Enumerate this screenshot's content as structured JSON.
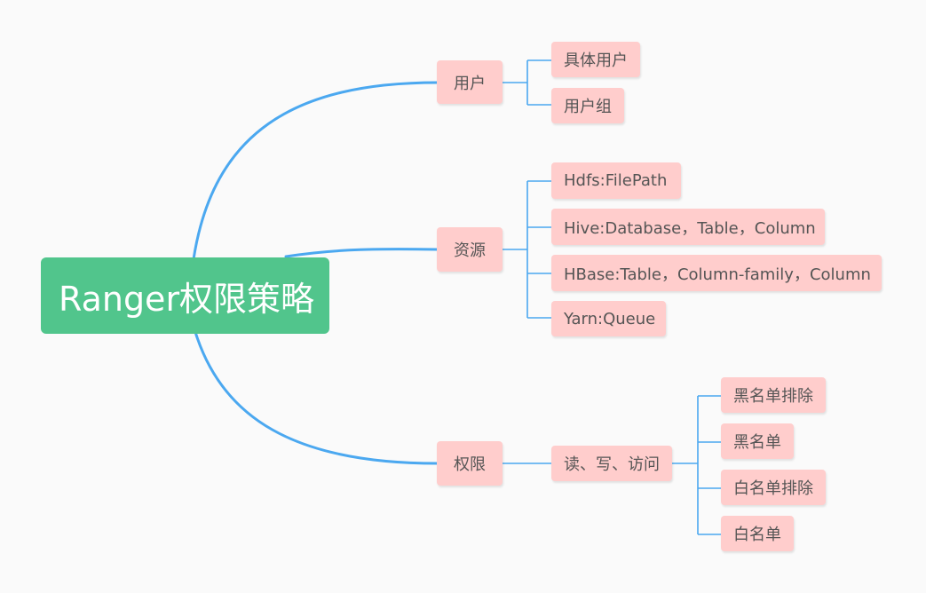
{
  "root": {
    "label": "Ranger权限策略"
  },
  "branches": [
    {
      "label": "用户",
      "children": [
        "具体用户",
        "用户组"
      ]
    },
    {
      "label": "资源",
      "children": [
        "Hdfs:FilePath",
        "Hive:Database，Table，Column",
        "HBase:Table，Column-family，Column",
        "Yarn:Queue"
      ]
    },
    {
      "label": "权限",
      "children": [
        "读、写、访问"
      ],
      "grandchildren": [
        "黑名单排除",
        "黑名单",
        "白名单排除",
        "白名单"
      ]
    }
  ],
  "colors": {
    "root": "#51c58c",
    "node": "#ffcdcc",
    "line": "#4ba8f0",
    "background": "#fafafa"
  }
}
